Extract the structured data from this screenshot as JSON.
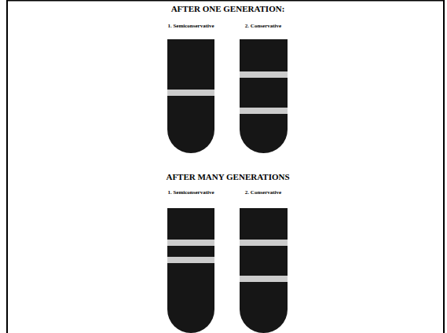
{
  "diagram": {
    "labels": [
      "AFTER ONE GENERATION:",
      "1. Semiconservative",
      "2. Conservative",
      "AFTER MANY GENERATIONS",
      "1. Semiconservative",
      "2. Conservative"
    ]
  }
}
